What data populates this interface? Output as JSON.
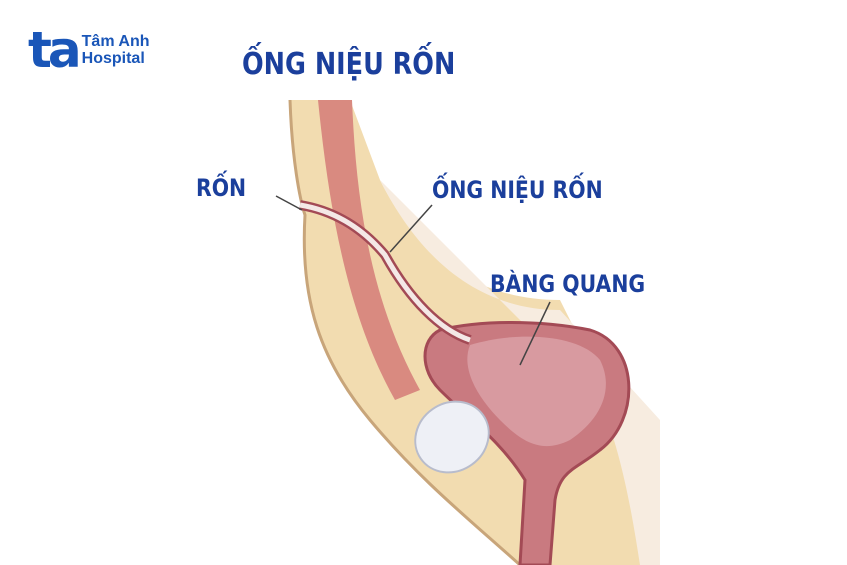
{
  "logo": {
    "mark": "ta",
    "line1": "Tâm Anh",
    "line2": "Hospital"
  },
  "title": "ỐNG NIỆU RỐN",
  "labels": {
    "navel": "RỐN",
    "urachus": "ỐNG NIỆU RỐN",
    "bladder": "BÀNG QUANG"
  },
  "colors": {
    "brand": "#1a56b8",
    "title": "#1b3f9c"
  }
}
